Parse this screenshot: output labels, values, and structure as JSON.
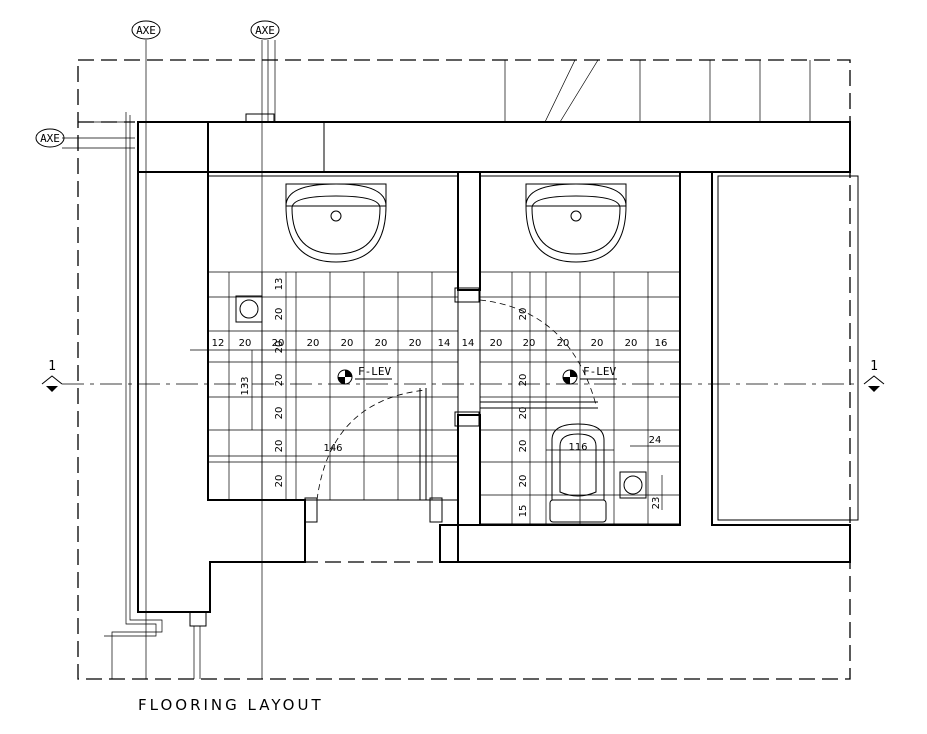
{
  "drawing": {
    "title": "FLOORING LAYOUT",
    "axis_markers": [
      "AXE",
      "AXE",
      "AXE"
    ],
    "section_markers": [
      "1",
      "1"
    ],
    "level_markers": [
      "F-LEV",
      "F-LEV"
    ],
    "row_dims_left": [
      "12",
      "20",
      "20",
      "20",
      "20",
      "20",
      "20",
      "14"
    ],
    "row_dims_right": [
      "14",
      "20",
      "20",
      "20",
      "20",
      "20",
      "16"
    ],
    "col_dims_left": [
      "13",
      "20",
      "20",
      "20",
      "20",
      "20",
      "20"
    ],
    "col_dims_right": [
      "20",
      "20",
      "20",
      "20",
      "20",
      "15"
    ],
    "room_dims": [
      "133",
      "146",
      "116",
      "24",
      "23"
    ]
  }
}
